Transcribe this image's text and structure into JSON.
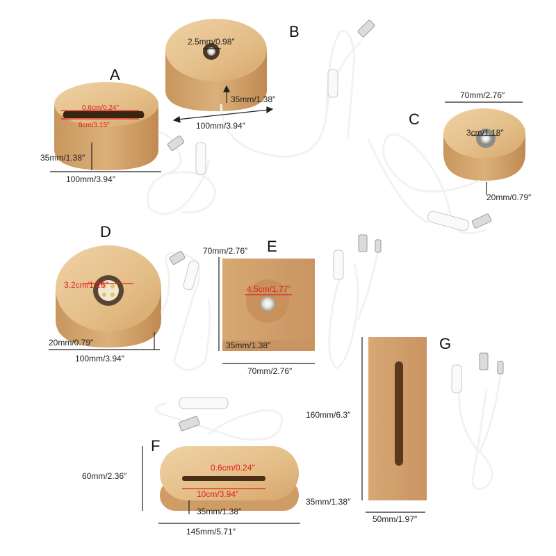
{
  "colors": {
    "wood_light": "#e9c89a",
    "wood_mid": "#d9ad77",
    "wood_dark": "#b8844e",
    "red": "#e02020",
    "cable": "#f4f4f4"
  },
  "products": {
    "A": {
      "letter": "A",
      "dim_slot_width": "0.6cm/0.24″",
      "dim_slot_length": "8cm/3.15″",
      "dim_height": "35mm/1.38″",
      "dim_diameter": "100mm/3.94″"
    },
    "B": {
      "letter": "B",
      "dim_light": "2.5mm/0.98″",
      "dim_height": "35mm/1.38″",
      "dim_diameter": "100mm/3.94″"
    },
    "C": {
      "letter": "C",
      "dim_top": "70mm/2.76″",
      "dim_light": "3cm/1.18″",
      "dim_height": "20mm/0.79″"
    },
    "D": {
      "letter": "D",
      "dim_light": "3.2cm/1.26″",
      "dim_height": "20mm/0.79″",
      "dim_diameter": "100mm/3.94″"
    },
    "E": {
      "letter": "E",
      "dim_side": "70mm/2.76″",
      "dim_light": "4.5cm/1.77″",
      "dim_height": "35mm/1.38″",
      "dim_width": "70mm/2.76″"
    },
    "F": {
      "letter": "F",
      "dim_depth": "60mm/2.36″",
      "dim_slot_width": "0.6cm/0.24″",
      "dim_slot_length": "10cm/3.94″",
      "dim_height": "35mm/1.38″",
      "dim_length": "145mm/5.71″"
    },
    "G": {
      "letter": "G",
      "dim_length": "160mm/6.3″",
      "dim_height": "35mm/1.38″",
      "dim_width": "50mm/1.97″"
    }
  }
}
